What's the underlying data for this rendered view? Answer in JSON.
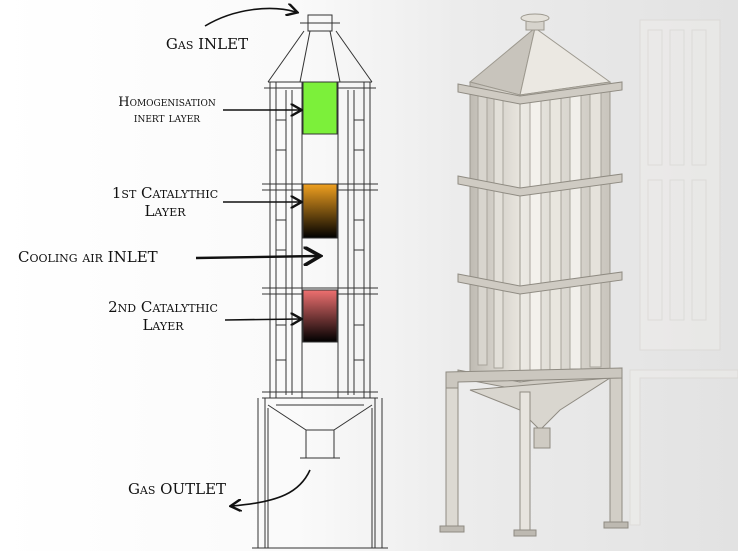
{
  "labels": {
    "gas_inlet": "Gas INLET",
    "homogenisation_line1": "Homogenisation",
    "homogenisation_line2": "inert layer",
    "catalytic1_line1": "1st Catalythic",
    "catalytic1_line2": "Layer",
    "cooling_air_inlet": "Cooling air INLET",
    "catalytic2_line1": "2nd Catalythic",
    "catalytic2_line2": "Layer",
    "gas_outlet": "Gas OUTLET"
  },
  "colors": {
    "inert_layer": "#7cf03a",
    "catalytic1_top": "#f0a020",
    "catalytic2_top": "#ef7070",
    "layer_bottom": "#000000",
    "line": "#333333",
    "steel_light": "#e6e3dc",
    "steel_dark": "#a9a59d"
  }
}
